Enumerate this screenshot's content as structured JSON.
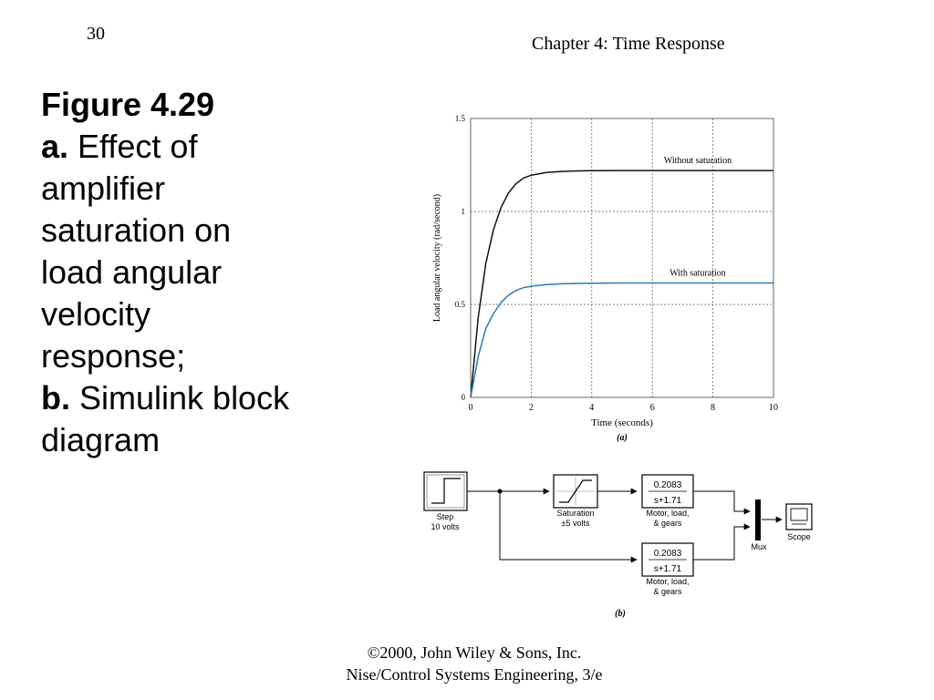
{
  "slide": {
    "number": "30",
    "chapter_title": "Chapter 4: Time Response",
    "caption": {
      "figure_label": "Figure 4.29",
      "part_a_label": "a.",
      "part_a_lines": [
        " Effect of",
        "amplifier",
        "saturation on",
        "load angular",
        "velocity",
        "response;"
      ],
      "part_b_label": "b.",
      "part_b_lines": [
        " Simulink block",
        "diagram"
      ]
    },
    "footer": {
      "line1": "©2000, John Wiley & Sons, Inc.",
      "line2": "Nise/Control Systems Engineering, 3/e"
    }
  },
  "chart_data": {
    "type": "line",
    "xlabel": "Time (seconds)",
    "ylabel": "Load angular velocity (rad/second)",
    "panel_label": "(a)",
    "xlim": [
      0,
      10
    ],
    "ylim": [
      0,
      1.5
    ],
    "xticks": [
      0,
      2,
      4,
      6,
      8,
      10
    ],
    "yticks": [
      0,
      0.5,
      1,
      1.5
    ],
    "ytick_labels": [
      "0",
      "0.5",
      "1",
      "1.5"
    ],
    "grid": true,
    "series": [
      {
        "name": "Without saturation",
        "color": "#111111",
        "x": [
          0,
          0.25,
          0.5,
          0.75,
          1.0,
          1.25,
          1.5,
          1.75,
          2.0,
          2.5,
          3,
          3.5,
          4,
          5,
          6,
          7,
          8,
          9,
          10
        ],
        "y": [
          0,
          0.43,
          0.72,
          0.9,
          1.02,
          1.1,
          1.15,
          1.18,
          1.195,
          1.21,
          1.215,
          1.218,
          1.219,
          1.22,
          1.22,
          1.22,
          1.22,
          1.22,
          1.22
        ]
      },
      {
        "name": "With saturation",
        "color": "#2a7bb5",
        "x": [
          0,
          0.25,
          0.5,
          0.75,
          1.0,
          1.25,
          1.5,
          1.75,
          2.0,
          2.5,
          3,
          3.5,
          4,
          5,
          6,
          7,
          8,
          9,
          10
        ],
        "y": [
          0,
          0.22,
          0.37,
          0.45,
          0.51,
          0.55,
          0.575,
          0.59,
          0.598,
          0.607,
          0.611,
          0.613,
          0.614,
          0.615,
          0.615,
          0.615,
          0.615,
          0.615,
          0.615
        ]
      }
    ]
  },
  "diagram": {
    "panel_label": "(b)",
    "step": {
      "line1": "Step",
      "line2": "10 volts"
    },
    "saturation": {
      "line1": "Saturation",
      "line2": "±5 volts"
    },
    "tf1": {
      "numerator": "0.2083",
      "denominator": "s+1.71",
      "line1": "Motor, load,",
      "line2": "& gears"
    },
    "tf2": {
      "numerator": "0.2083",
      "denominator": "s+1.71",
      "line1": "Motor, load,",
      "line2": "& gears"
    },
    "mux": {
      "label": "Mux"
    },
    "scope": {
      "label": "Scope"
    }
  }
}
